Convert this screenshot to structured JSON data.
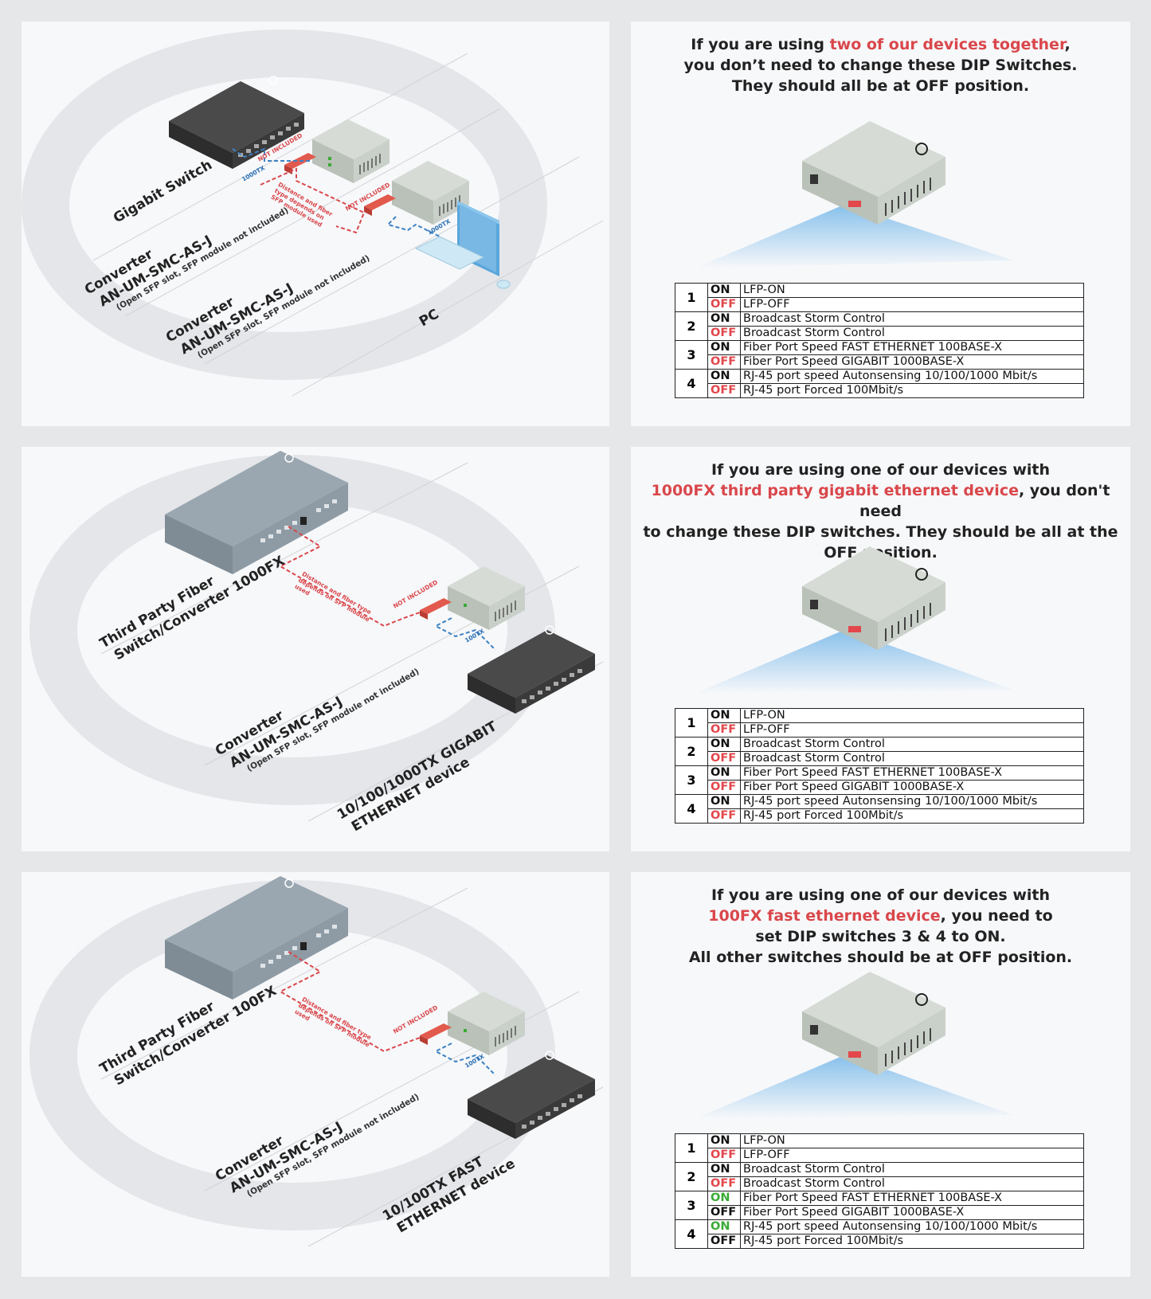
{
  "colors": {
    "highlight": "#d9474b",
    "on_green": "#3aaa35",
    "off_red": "#e2474b",
    "fiber_line": "#d9474b",
    "copper_line": "#3b82c4",
    "device_grey": "#c9d0c9",
    "switch_dark": "#3a3a3a",
    "third_party_grey": "#8e9ba5"
  },
  "scenarios": [
    {
      "diagram": {
        "labels": [
          {
            "text": "Gigabit Switch"
          },
          {
            "text": "Converter"
          },
          {
            "text": "AN-UM-SMC-AS-J"
          },
          {
            "text": "(Open SFP slot, SFP module not included)"
          },
          {
            "text": "Converter"
          },
          {
            "text": "AN-UM-SMC-AS-J"
          },
          {
            "text": "(Open SFP slot, SFP module not included)"
          },
          {
            "text": "PC"
          }
        ],
        "annotations": {
          "not_included_1": "NOT INCLUDED",
          "not_included_2": "NOT INCLUDED",
          "fiber_note": "Distance and fiber type depends on SFP module used",
          "speed_1": "1000TX",
          "speed_2": "1000TX"
        }
      },
      "heading": {
        "pre": "If you are using ",
        "highlight": "two of our devices together",
        "post": ",\nyou don’t need to change these DIP Switches.\nThey should all be at OFF position."
      },
      "dip_table": [
        {
          "number": "1",
          "on_label": "ON",
          "on_desc": "LFP-ON",
          "off_label": "OFF",
          "off_desc": "LFP-OFF",
          "selected": "off"
        },
        {
          "number": "2",
          "on_label": "ON",
          "on_desc": "Broadcast Storm Control",
          "off_label": "OFF",
          "off_desc": "Broadcast Storm Control",
          "selected": "off"
        },
        {
          "number": "3",
          "on_label": "ON",
          "on_desc": "Fiber Port Speed FAST ETHERNET 100BASE-X",
          "off_label": "OFF",
          "off_desc": "Fiber Port Speed GIGABIT 1000BASE-X",
          "selected": "off"
        },
        {
          "number": "4",
          "on_label": "ON",
          "on_desc": "RJ-45 port speed Autonsensing 10/100/1000 Mbit/s",
          "off_label": "OFF",
          "off_desc": "RJ-45 port Forced 100Mbit/s",
          "selected": "off"
        }
      ]
    },
    {
      "diagram": {
        "labels": [
          {
            "text": "Third Party Fiber"
          },
          {
            "text": "Switch/Converter 1000FX"
          },
          {
            "text": "Converter"
          },
          {
            "text": "AN-UM-SMC-AS-J"
          },
          {
            "text": "(Open SFP slot, SFP module not included)"
          },
          {
            "text": "10/100/1000TX GIGABIT"
          },
          {
            "text": "ETHERNET device"
          }
        ],
        "annotations": {
          "not_included_1": "NOT INCLUDED",
          "fiber_note": "Distance and fiber type depends on SFP module used",
          "speed_1": "100TX"
        }
      },
      "heading": {
        "pre": "If you are using one of our devices with\n",
        "highlight": "1000FX third party gigabit ethernet device",
        "post": ", you don't need\nto change these DIP switches. They should be all at the\nOFF position."
      },
      "dip_table": [
        {
          "number": "1",
          "on_label": "ON",
          "on_desc": "LFP-ON",
          "off_label": "OFF",
          "off_desc": "LFP-OFF",
          "selected": "off"
        },
        {
          "number": "2",
          "on_label": "ON",
          "on_desc": "Broadcast Storm Control",
          "off_label": "OFF",
          "off_desc": "Broadcast Storm Control",
          "selected": "off"
        },
        {
          "number": "3",
          "on_label": "ON",
          "on_desc": "Fiber Port Speed FAST ETHERNET 100BASE-X",
          "off_label": "OFF",
          "off_desc": "Fiber Port Speed GIGABIT 1000BASE-X",
          "selected": "off"
        },
        {
          "number": "4",
          "on_label": "ON",
          "on_desc": "RJ-45 port speed Autonsensing 10/100/1000 Mbit/s",
          "off_label": "OFF",
          "off_desc": "RJ-45 port Forced 100Mbit/s",
          "selected": "off"
        }
      ]
    },
    {
      "diagram": {
        "labels": [
          {
            "text": "Third Party Fiber"
          },
          {
            "text": "Switch/Converter 100FX"
          },
          {
            "text": "Converter"
          },
          {
            "text": "AN-UM-SMC-AS-J"
          },
          {
            "text": "(Open SFP slot, SFP module not included)"
          },
          {
            "text": "10/100TX FAST"
          },
          {
            "text": "ETHERNET device"
          }
        ],
        "annotations": {
          "not_included_1": "NOT INCLUDED",
          "fiber_note": "Distance and fiber type depends on SFP module used",
          "speed_1": "100TX"
        }
      },
      "heading": {
        "pre": "If you are using one of our devices with\n",
        "highlight": "100FX fast ethernet device",
        "post": ", you need to\nset DIP switches 3 & 4 to ON.\nAll other switches should be at OFF position."
      },
      "dip_table": [
        {
          "number": "1",
          "on_label": "ON",
          "on_desc": "LFP-ON",
          "off_label": "OFF",
          "off_desc": "LFP-OFF",
          "selected": "off"
        },
        {
          "number": "2",
          "on_label": "ON",
          "on_desc": "Broadcast Storm Control",
          "off_label": "OFF",
          "off_desc": "Broadcast Storm Control",
          "selected": "off"
        },
        {
          "number": "3",
          "on_label": "ON",
          "on_desc": "Fiber Port Speed FAST ETHERNET 100BASE-X",
          "off_label": "OFF",
          "off_desc": "Fiber Port Speed GIGABIT 1000BASE-X",
          "selected": "on"
        },
        {
          "number": "4",
          "on_label": "ON",
          "on_desc": "RJ-45 port speed Autonsensing 10/100/1000 Mbit/s",
          "off_label": "OFF",
          "off_desc": "RJ-45 port Forced 100Mbit/s",
          "selected": "on"
        }
      ]
    }
  ]
}
